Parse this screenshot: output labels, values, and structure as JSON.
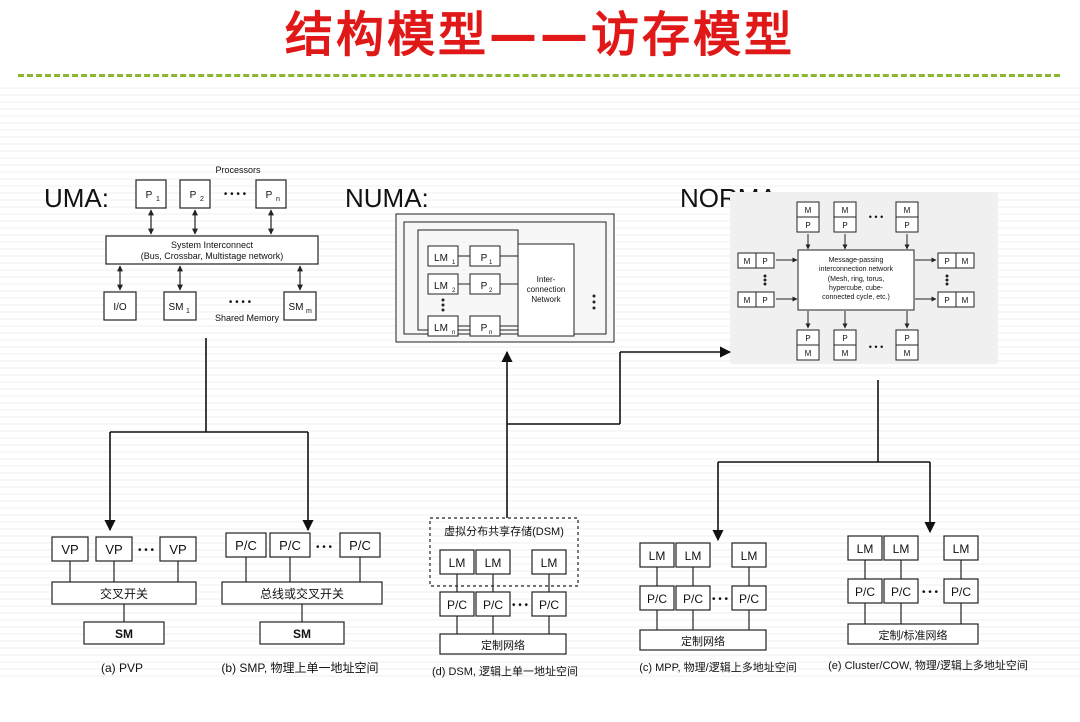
{
  "slide": {
    "title": "结构模型——访存模型"
  },
  "models": {
    "uma": "UMA:",
    "numa": "NUMA:",
    "norma": "NORMA:"
  },
  "uma_diagram": {
    "processors_title": "Processors",
    "p1": "P",
    "p1_sub": "1",
    "p2": "P",
    "p2_sub": "2",
    "pn": "P",
    "pn_sub": "n",
    "dots": "• • • •",
    "interconnect_line1": "System Interconnect",
    "interconnect_line2": "(Bus, Crossbar, Multistage network)",
    "io": "I/O",
    "sm1": "SM",
    "sm1_sub": "1",
    "smm": "SM",
    "smm_sub": "m",
    "shared_memory": "Shared Memory"
  },
  "numa_diagram": {
    "lm": "LM",
    "p": "P",
    "sub1": "1",
    "sub2": "2",
    "subn": "n",
    "network_line1": "Inter-",
    "network_line2": "connection",
    "network_line3": "Network"
  },
  "norma_diagram": {
    "m": "M",
    "p": "P",
    "dots": "• • •",
    "network_line1": "Message-passing",
    "network_line2": "interconnection network",
    "network_line3": "(Mesh, ring, torus,",
    "network_line4": "hypercube, cube-",
    "network_line5": "connected cycle, etc.)"
  },
  "pvp": {
    "vp": "VP",
    "dots": "• • •",
    "switch": "交叉开关",
    "sm": "SM",
    "caption": "(a) PVP"
  },
  "smp": {
    "pc": "P/C",
    "dots": "• • •",
    "bus": "总线或交叉开关",
    "sm": "SM",
    "caption": "(b) SMP, 物理上单一地址空间"
  },
  "dsm": {
    "header": "虚拟分布共享存储(DSM)",
    "lm": "LM",
    "pc": "P/C",
    "dots": "• • •",
    "net": "定制网络",
    "caption": "(d) DSM, 逻辑上单一地址空间"
  },
  "mpp": {
    "lm": "LM",
    "pc": "P/C",
    "dots": "• • •",
    "net": "定制网络",
    "caption": "(c) MPP, 物理/逻辑上多地址空间"
  },
  "cluster": {
    "lm": "LM",
    "pc": "P/C",
    "dots": "• • •",
    "net": "定制/标准网络",
    "caption": "(e) Cluster/COW, 物理/逻辑上多地址空间"
  }
}
